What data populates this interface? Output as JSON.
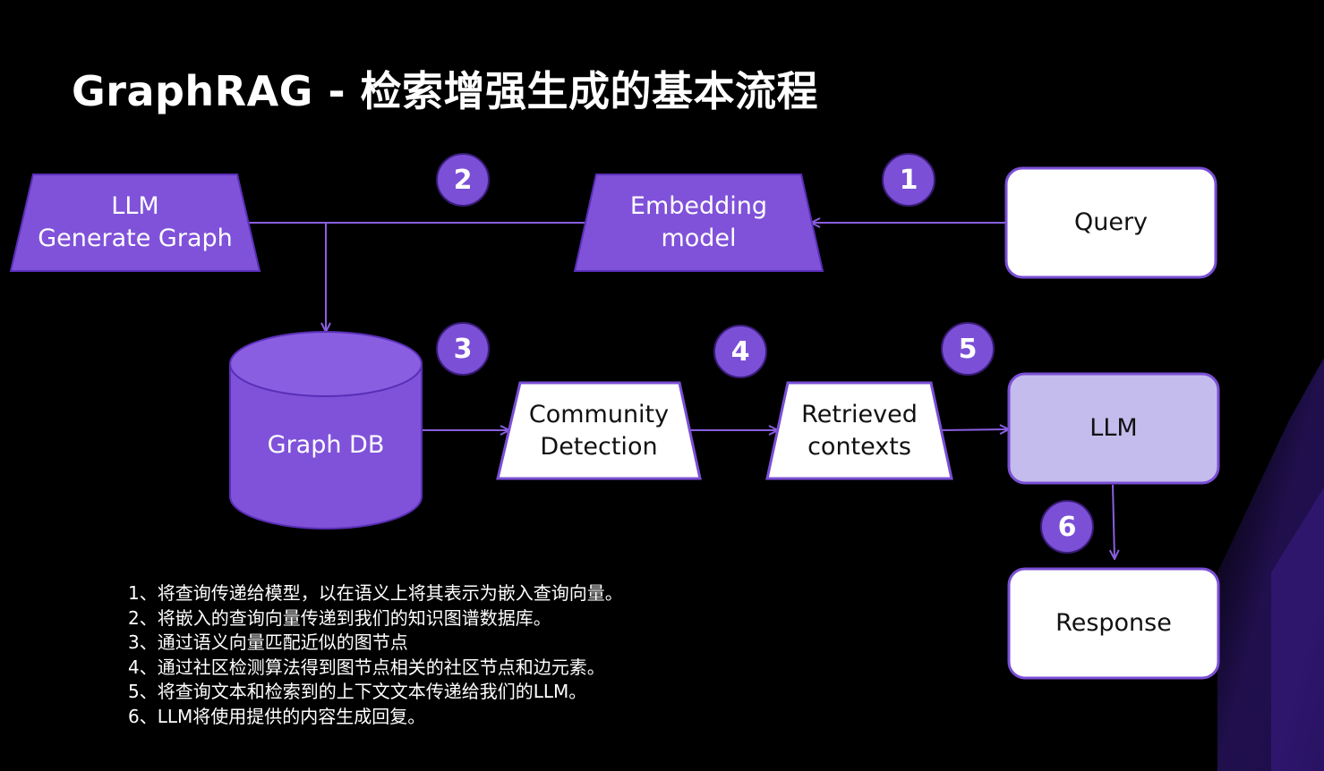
{
  "title": "GraphRAG - 检索增强生成的基本流程",
  "colors": {
    "background": "#000000",
    "accent": "#7b4fd6",
    "node_purple": "#8052d9",
    "node_light": "#c4bcec",
    "node_white": "#ffffff",
    "connector": "#8a5fe0"
  },
  "nodes": {
    "llm_generate": "LLM\nGenerate Graph",
    "embedding": "Embedding\nmodel",
    "query": "Query",
    "graph_db": "Graph DB",
    "community": "Community\nDetection",
    "retrieved": "Retrieved\ncontexts",
    "llm": "LLM",
    "response": "Response"
  },
  "badges": [
    "1",
    "2",
    "3",
    "4",
    "5",
    "6"
  ],
  "notes": [
    "1、将查询传递给模型，以在语义上将其表示为嵌入查询向量。",
    "2、将嵌入的查询向量传递到我们的知识图谱数据库。",
    "3、通过语义向量匹配近似的图节点",
    "4、通过社区检测算法得到图节点相关的社区节点和边元素。",
    "5、将查询文本和检索到的上下文文本传递给我们的LLM。",
    "6、LLM将使用提供的内容生成回复。"
  ]
}
